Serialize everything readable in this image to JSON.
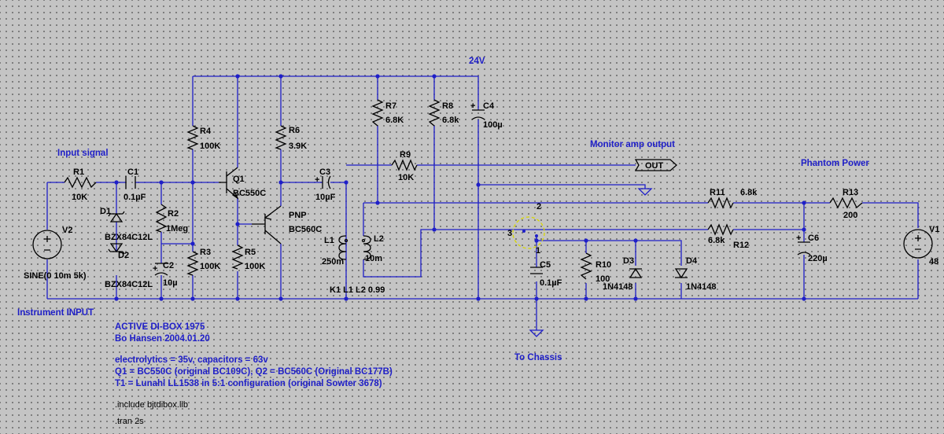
{
  "labels": {
    "input_signal": "Input signal",
    "instrument_input": "Instrument INPUT",
    "supply": "24V",
    "monitor": "Monitor amp output",
    "out_flag": "OUT",
    "phantom": "Phantom Power",
    "chassis": "To Chassis"
  },
  "components": {
    "R1": {
      "ref": "R1",
      "value": "10K"
    },
    "C1": {
      "ref": "C1",
      "value": "0.1µF"
    },
    "D1": {
      "ref": "D1",
      "value": "BZX84C12L"
    },
    "D2": {
      "ref": "D2",
      "value": "BZX84C12L"
    },
    "R2": {
      "ref": "R2",
      "value": "1Meg"
    },
    "C2": {
      "ref": "C2",
      "value": "10µ"
    },
    "R3": {
      "ref": "R3",
      "value": "100K"
    },
    "R4": {
      "ref": "R4",
      "value": "100K"
    },
    "Q1": {
      "ref": "Q1",
      "value": "BC550C"
    },
    "R5": {
      "ref": "R5",
      "value": "100K"
    },
    "R6": {
      "ref": "R6",
      "value": "3.9K"
    },
    "Q2": {
      "ref": "PNP",
      "value": "BC560C"
    },
    "C3": {
      "ref": "C3",
      "value": "10µF"
    },
    "L1": {
      "ref": "L1",
      "value": "250m"
    },
    "L2": {
      "ref": "L2",
      "value": "10m"
    },
    "R7": {
      "ref": "R7",
      "value": "6.8K"
    },
    "R8": {
      "ref": "R8",
      "value": "6.8k"
    },
    "R9": {
      "ref": "R9",
      "value": "10K"
    },
    "C4": {
      "ref": "C4",
      "value": "100µ"
    },
    "C5": {
      "ref": "C5",
      "value": "0.1µF"
    },
    "R10": {
      "ref": "R10",
      "value": "100"
    },
    "D3": {
      "ref": "D3",
      "value": "1N4148"
    },
    "D4": {
      "ref": "D4",
      "value": "1N4148"
    },
    "R11": {
      "ref": "R11",
      "value": "6.8k"
    },
    "R12": {
      "ref": "R12",
      "value": "6.8k"
    },
    "R13": {
      "ref": "R13",
      "value": "200"
    },
    "C6": {
      "ref": "C6",
      "value": "220µ"
    },
    "V1": {
      "ref": "V1",
      "value": "48"
    },
    "V2": {
      "ref": "V2",
      "value": "SINE(0 10m 5k)"
    }
  },
  "coupling": "K1 L1 L2 0.99",
  "xlr_pins": {
    "p1": "1",
    "p2": "2",
    "p3": "3"
  },
  "notes": [
    "ACTIVE DI-BOX 1975",
    "Bo  Hansen 2004.01.20",
    "electrolytics = 35v, capacitors = 63v",
    "Q1 = BC550C (original BC109C), Q2 = BC560C (Original BC177B)",
    "T1 = Lunahl LL1538 in 5:1 configuration (original Sowter 3678)"
  ],
  "directives": [
    ".include bjtdibox.lib",
    ".tran 2s"
  ]
}
